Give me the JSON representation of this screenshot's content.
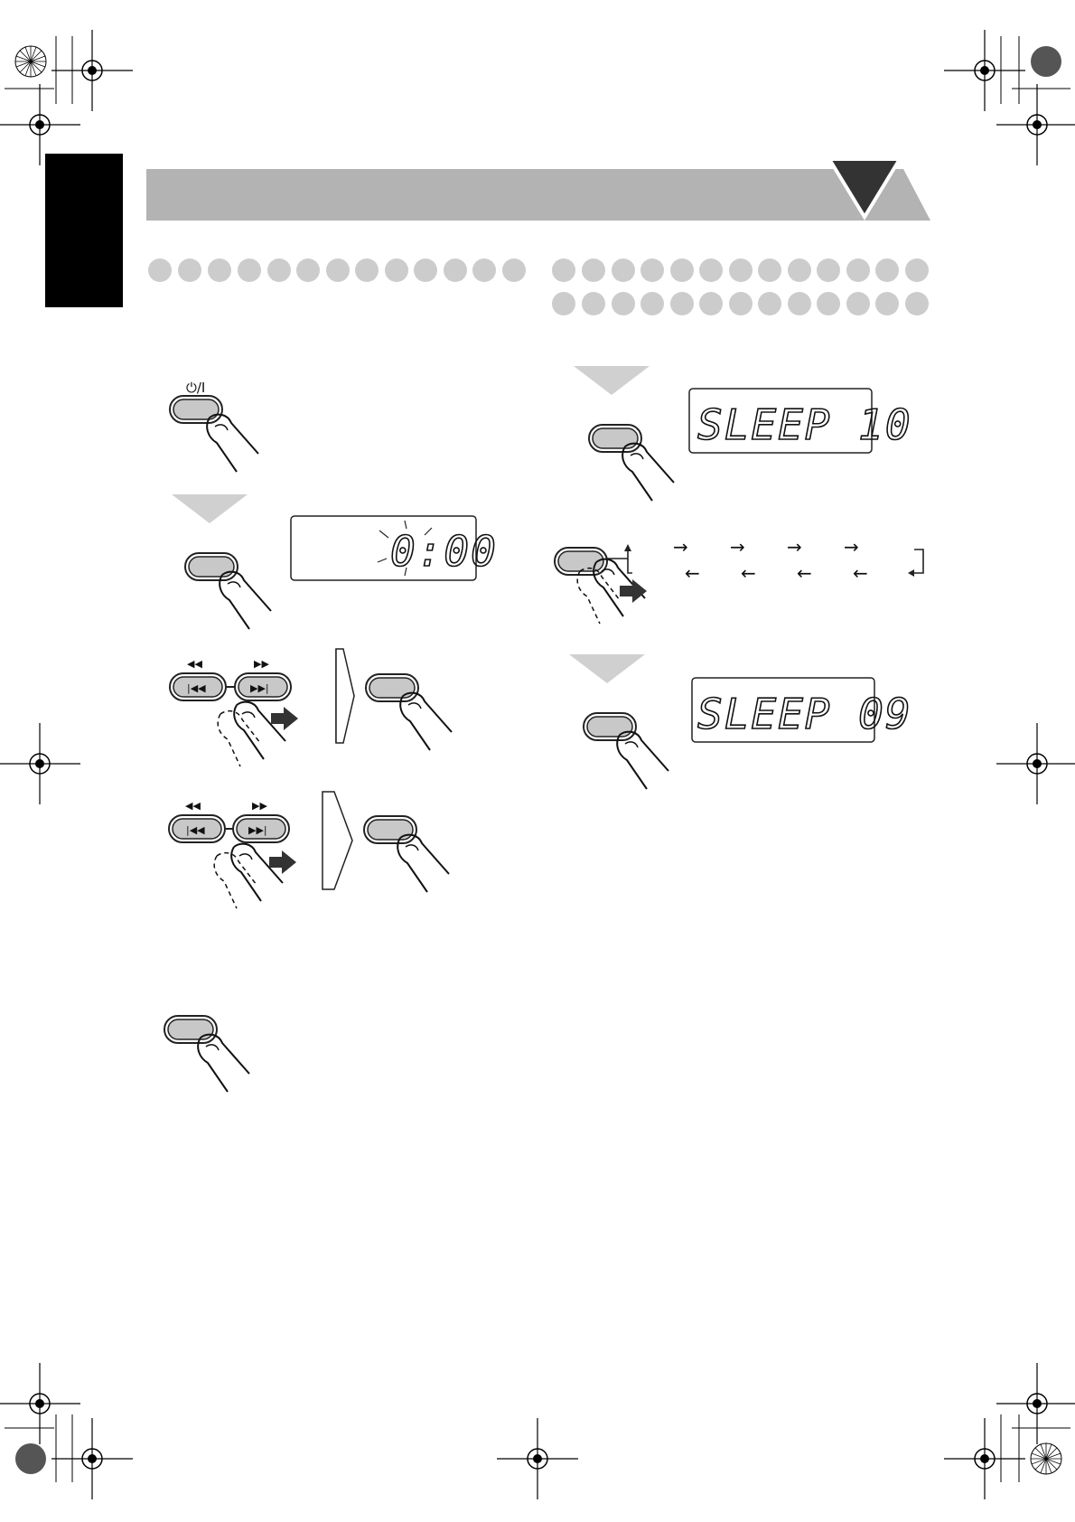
{
  "side_tab": {
    "color": "#000000"
  },
  "header": {
    "band_color": "#b3b3b3",
    "marker_color": "#333333"
  },
  "dot_rows": {
    "color": "#cccccc"
  },
  "icons": {
    "power": "⏻/I",
    "rewind": "◀◀",
    "fast_forward": "▶▶",
    "skip_back": "|◀◀",
    "skip_forward": "▶▶|"
  },
  "displays": {
    "clock": "0:00",
    "sleep_10": "SLEEP  10",
    "sleep_09": "SLEEP 09"
  },
  "arrows": {
    "right": "→",
    "left": "←"
  }
}
